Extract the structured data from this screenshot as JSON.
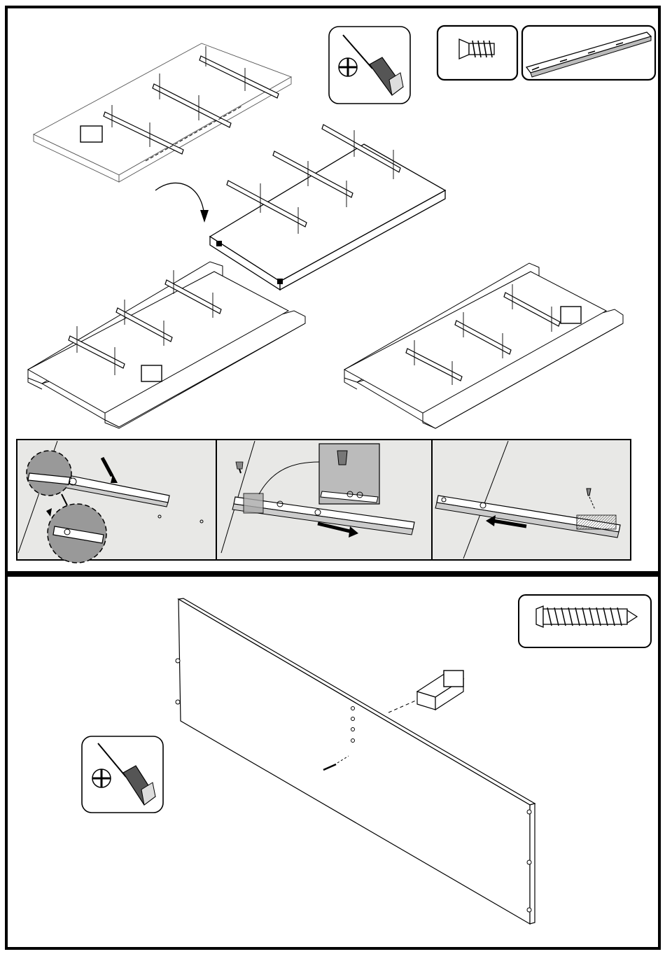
{
  "document": {
    "type": "assembly-instructions",
    "steps": [
      {
        "id": "top-step",
        "tools": [
          "phillips-screwdriver-icon"
        ],
        "parts": [
          "screw-icon",
          "drawer-slide-rail-icon"
        ],
        "label_boxes": [
          "",
          "",
          "",
          ""
        ],
        "detail_panels": [
          "insert-rail-detail",
          "slide-rail-screw-detail",
          "slide-rail-back-detail"
        ]
      },
      {
        "id": "bottom-step",
        "tools": [
          "phillips-screwdriver-icon"
        ],
        "parts": [
          "long-screw-icon"
        ],
        "label_boxes": [
          "",
          ""
        ]
      }
    ]
  }
}
